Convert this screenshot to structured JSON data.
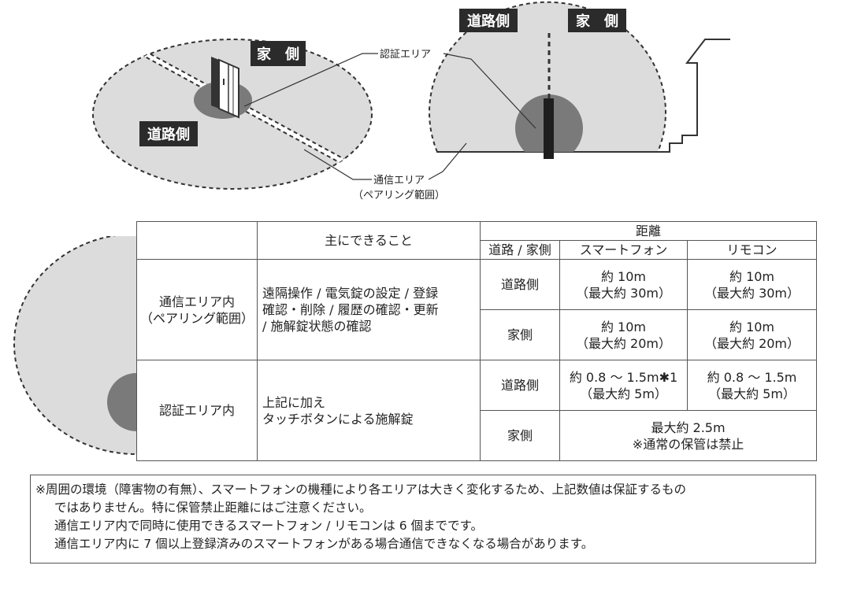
{
  "diagram_labels": {
    "house_side": "家　側",
    "road_side": "道路側",
    "auth_area": "認証エリア",
    "comm_area": "通信エリア",
    "comm_area_sub": "（ペアリング範囲）"
  },
  "colors": {
    "area_fill": "#dcdcdc",
    "auth_fill": "#7a7a7a",
    "label_bg": "#2b2b2b",
    "label_text": "#ffffff",
    "line": "#333333"
  },
  "table": {
    "main_header": "主にできること",
    "distance_header": "距離",
    "sub_headers": [
      "道路 / 家側",
      "スマートフォン",
      "リモコン"
    ],
    "rows": [
      {
        "area": "通信エリア内\n（ペアリング範囲）",
        "features": "遠隔操作 / 電気錠の設定 / 登録\n確認・削除 / 履歴の確認・更新\n/ 施解錠状態の確認",
        "road": {
          "side": "道路側",
          "phone": "約 10m\n（最大約 30m）",
          "remote": "約 10m\n（最大約 30m）"
        },
        "house": {
          "side": "家側",
          "phone": "約 10m\n（最大約 20m）",
          "remote": "約 10m\n（最大約 20m）"
        }
      },
      {
        "area": "認証エリア内",
        "features": "上記に加え\nタッチボタンによる施解錠",
        "road": {
          "side": "道路側",
          "phone": "約 0.8 ～ 1.5m✱1\n（最大約 5m）",
          "remote": "約 0.8 ～ 1.5m\n（最大約 5m）"
        },
        "house": {
          "side": "家側",
          "combined": "最大約 2.5m\n※通常の保管は禁止"
        }
      }
    ]
  },
  "notes": [
    "※周囲の環境（障害物の有無）、スマートフォンの機種により各エリアは大きく変化するため、上記数値は保証するもの",
    "ではありません。特に保管禁止距離にはご注意ください。",
    "通信エリア内で同時に使用できるスマートフォン / リモコンは 6 個までです。",
    "通信エリア内に 7 個以上登録済みのスマートフォンがある場合通信できなくなる場合があります。"
  ]
}
